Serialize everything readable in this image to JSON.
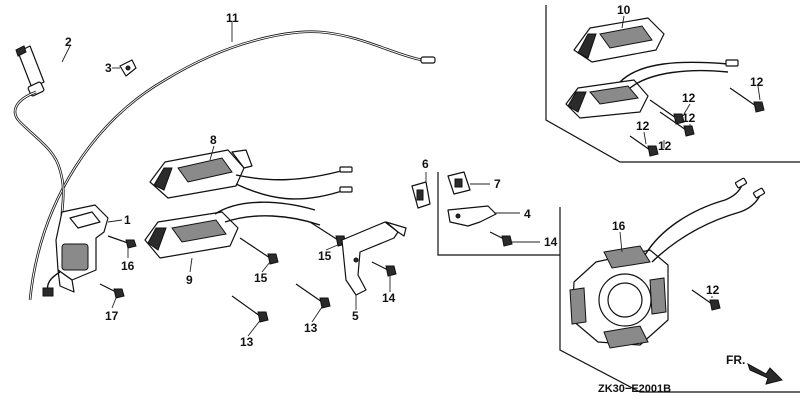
{
  "diagram": {
    "callouts": [
      {
        "id": "c1",
        "text": "1"
      },
      {
        "id": "c2",
        "text": "2"
      },
      {
        "id": "c3",
        "text": "3"
      },
      {
        "id": "c4",
        "text": "4"
      },
      {
        "id": "c5",
        "text": "5"
      },
      {
        "id": "c6",
        "text": "6"
      },
      {
        "id": "c7",
        "text": "7"
      },
      {
        "id": "c8",
        "text": "8"
      },
      {
        "id": "c9",
        "text": "9"
      },
      {
        "id": "c10",
        "text": "10"
      },
      {
        "id": "c11",
        "text": "11"
      },
      {
        "id": "c12a",
        "text": "12"
      },
      {
        "id": "c12b",
        "text": "12"
      },
      {
        "id": "c12c",
        "text": "12"
      },
      {
        "id": "c12d",
        "text": "12"
      },
      {
        "id": "c12e",
        "text": "12"
      },
      {
        "id": "c12f",
        "text": "12"
      },
      {
        "id": "c13a",
        "text": "13"
      },
      {
        "id": "c13b",
        "text": "13"
      },
      {
        "id": "c14a",
        "text": "14"
      },
      {
        "id": "c14b",
        "text": "14"
      },
      {
        "id": "c15a",
        "text": "15"
      },
      {
        "id": "c15b",
        "text": "15"
      },
      {
        "id": "c16a",
        "text": "16"
      },
      {
        "id": "c16b",
        "text": "16"
      },
      {
        "id": "c17",
        "text": "17"
      }
    ],
    "front_label": "FR.",
    "diagram_code": "ZK30−E2001B",
    "colors": {
      "ink": "#111111",
      "background": "#ffffff"
    }
  }
}
